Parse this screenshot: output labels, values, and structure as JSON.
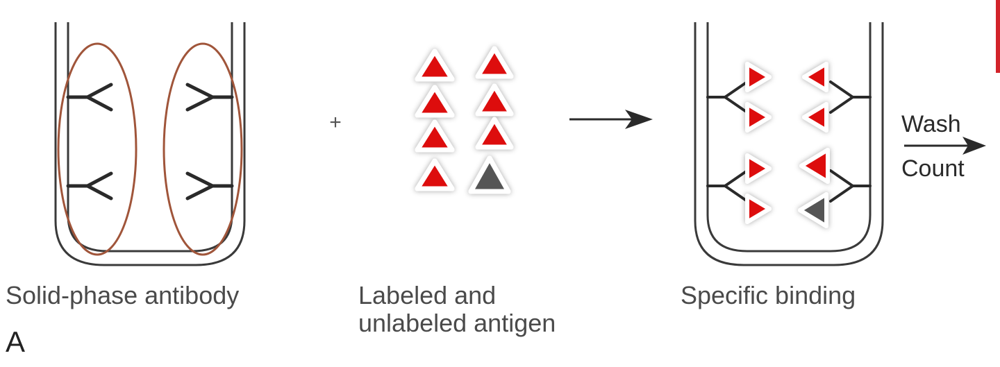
{
  "captions": {
    "solid_phase": "Solid-phase antibody",
    "labeled_line1": "Labeled and",
    "labeled_line2": "unlabeled antigen",
    "specific_binding": "Specific binding"
  },
  "panel_letter": "A",
  "plus_sign": "+",
  "wash_step": {
    "wash": "Wash",
    "count": "Count"
  },
  "colors": {
    "tube_outline": "#3a3a3a",
    "ellipse_highlight": "#a0553a",
    "labeled_antigen": "#dd0a0a",
    "unlabeled_antigen": "#555555",
    "antibody": "#2a2a2a",
    "caption_text": "#4a4a4a",
    "edge_accent": "#d2232a"
  },
  "icons": {
    "antibody": "y-shaped-antibody-icon",
    "labeled_antigen": "red-triangle-icon",
    "unlabeled_antigen": "gray-triangle-icon",
    "arrow": "right-arrow-icon"
  }
}
